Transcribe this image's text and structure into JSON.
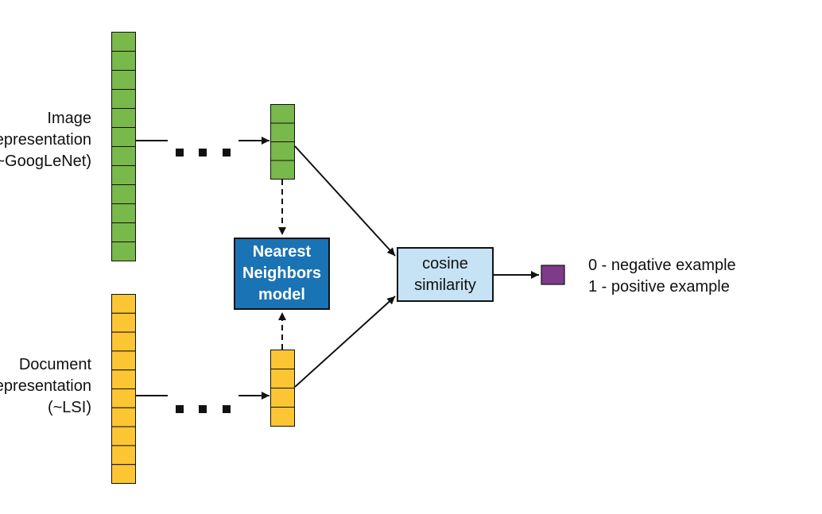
{
  "labels": {
    "image_rep": [
      "Image",
      "representation",
      "(~GoogLeNet)"
    ],
    "doc_rep": [
      "Document",
      "representation",
      "(~LSI)"
    ],
    "nn_model": [
      "Nearest",
      "Neighbors",
      "model"
    ],
    "cosine": [
      "cosine",
      "similarity"
    ],
    "output": [
      "0 - negative example",
      "1 - positive example"
    ]
  },
  "colors": {
    "image_vector": "#79b84a",
    "doc_vector": "#fcc533",
    "nn_box": "#1a73b5",
    "cosine_box": "#c6e3f5",
    "output_cell": "#7d3b8a",
    "stroke": "#111111"
  }
}
